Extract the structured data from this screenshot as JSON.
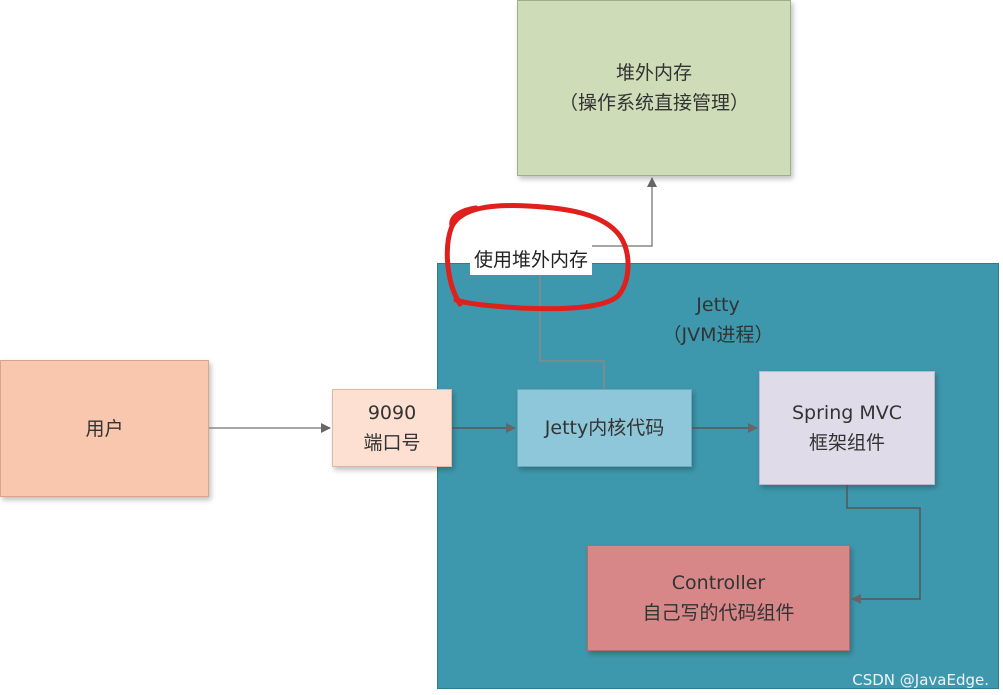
{
  "nodes": {
    "offheap": {
      "line1": "堆外内存",
      "line2": "（操作系统直接管理）"
    },
    "jetty_process": {
      "line1": "Jetty",
      "line2": "（JVM进程）"
    },
    "user": {
      "label": "用户"
    },
    "port": {
      "line1": "9090",
      "line2": "端口号"
    },
    "kernel": {
      "label": "Jetty内核代码"
    },
    "spring": {
      "line1": "Spring MVC",
      "line2": "框架组件"
    },
    "controller": {
      "line1": "Controller",
      "line2": "自己写的代码组件"
    }
  },
  "edges": {
    "use_offheap_label": "使用堆外内存"
  },
  "watermark": "CSDN @JavaEdge.",
  "colors": {
    "offheap": "#cfdcb8",
    "jetty_process": "#3e98ad",
    "user": "#f8c7ae",
    "port": "#fde0d2",
    "kernel": "#8ec7d9",
    "spring": "#dfdbe9",
    "controller": "#d78788",
    "annotation_circle": "#e0201c"
  }
}
